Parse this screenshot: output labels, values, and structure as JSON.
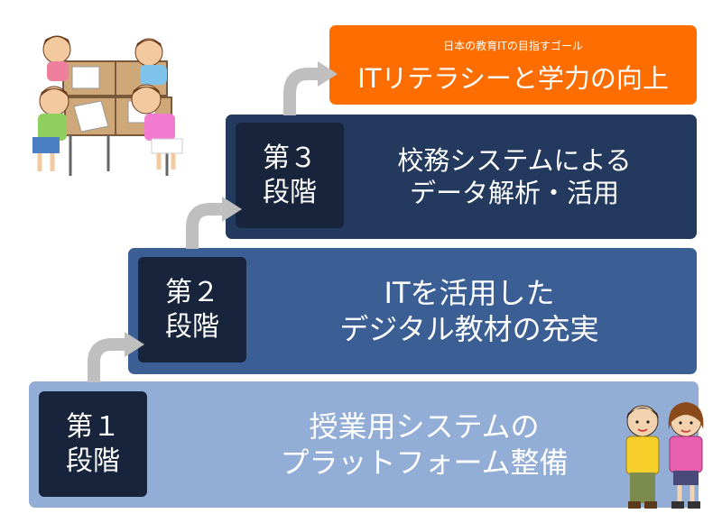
{
  "goal": {
    "subtitle": "日本の教育ITの目指すゴール",
    "title": "ITリテラシーと学力の向上"
  },
  "stages": [
    {
      "badge_line1": "第１",
      "badge_line2": "段階",
      "text_line1": "授業用システムの",
      "text_line2": "プラットフォーム整備",
      "color": "#93aed6"
    },
    {
      "badge_line1": "第２",
      "badge_line2": "段階",
      "text_line1": "ITを活用した",
      "text_line2": "デジタル教材の充実",
      "color": "#3b5f94"
    },
    {
      "badge_line1": "第３",
      "badge_line2": "段階",
      "text_line1": "校務システムによる",
      "text_line2": "データ解析・活用",
      "color": "#233a5e"
    }
  ],
  "colors": {
    "goal": "#fe6d00",
    "badge": "#17243b",
    "arrow": "#bfbfbf"
  },
  "illustrations": [
    "children-at-desks-illustration",
    "two-students-illustration"
  ]
}
